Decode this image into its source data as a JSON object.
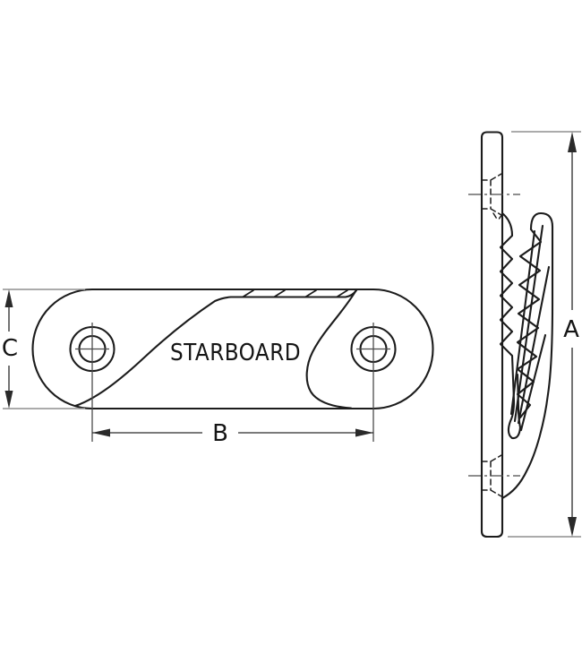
{
  "colors": {
    "bg": "#ffffff",
    "line": "#1c1c1c",
    "dim": "#2a2a2a",
    "ext": "#8f8f8f",
    "center": "#4a4a4a",
    "text": "#151515"
  },
  "front_view": {
    "brand": "STARBOARD",
    "height_dim_label": "C",
    "hole_spacing_dim_label": "B"
  },
  "side_view": {
    "length_dim_label": "A"
  }
}
